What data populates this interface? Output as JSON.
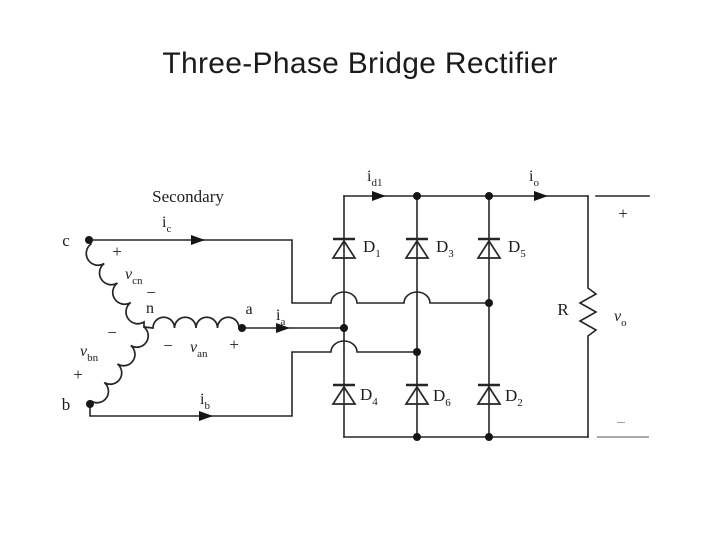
{
  "slide": {
    "title": "Three-Phase Bridge Rectifier",
    "background": "#ffffff",
    "ink_color": "#262626",
    "faint_color": "#8f8f8f"
  },
  "diagram": {
    "section_label": "Secondary",
    "nodes": {
      "c": "c",
      "n": "n",
      "a": "a",
      "b": "b"
    },
    "currents": {
      "ic": {
        "sym": "i",
        "sub": "c"
      },
      "ia": {
        "sym": "i",
        "sub": "a"
      },
      "ib": {
        "sym": "i",
        "sub": "b"
      },
      "id1": {
        "sym": "i",
        "sub": "d1"
      },
      "io": {
        "sym": "i",
        "sub": "o"
      }
    },
    "voltages": {
      "vcn": {
        "sym": "v",
        "sub": "cn",
        "plus": "+",
        "minus": "−"
      },
      "van": {
        "sym": "v",
        "sub": "an",
        "plus": "+",
        "minus": "−"
      },
      "vbn": {
        "sym": "v",
        "sub": "bn",
        "plus": "+",
        "minus": "−"
      }
    },
    "diodes": {
      "top": [
        {
          "sym": "D",
          "sub": "1"
        },
        {
          "sym": "D",
          "sub": "3"
        },
        {
          "sym": "D",
          "sub": "5"
        }
      ],
      "bottom": [
        {
          "sym": "D",
          "sub": "4"
        },
        {
          "sym": "D",
          "sub": "6"
        },
        {
          "sym": "D",
          "sub": "2"
        }
      ]
    },
    "load": {
      "resistor": "R",
      "v_out": {
        "sym": "v",
        "sub": "o"
      },
      "plus": "+",
      "minus": "−"
    }
  }
}
